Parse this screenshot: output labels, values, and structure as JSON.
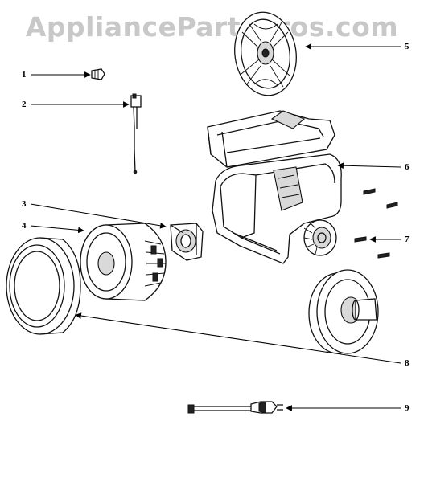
{
  "watermark": "AppliancePartsPros.com",
  "callouts": {
    "c1": "1",
    "c2": "2",
    "c3": "3",
    "c4": "4",
    "c5": "5",
    "c6": "6",
    "c7": "7",
    "c8": "8",
    "c9": "9"
  }
}
